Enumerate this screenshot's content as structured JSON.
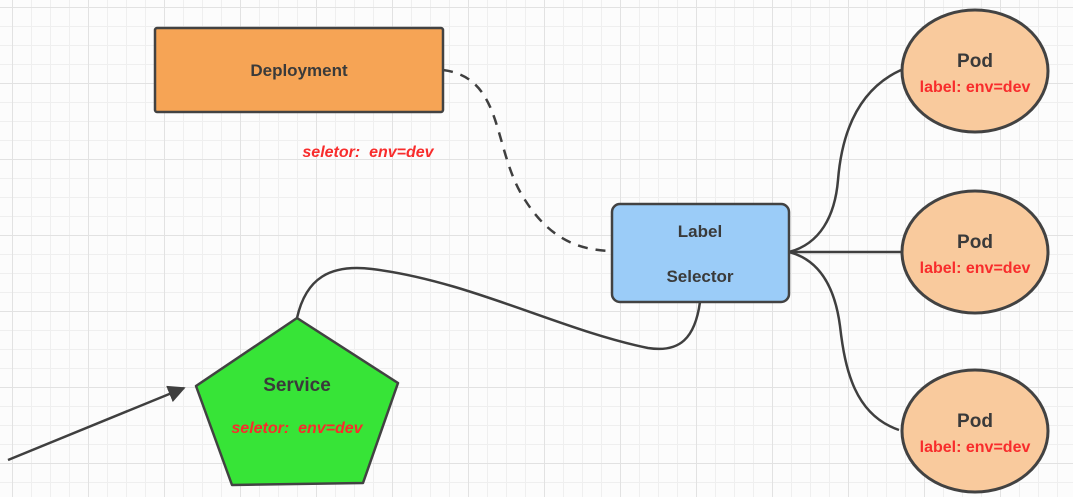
{
  "colors": {
    "deployment_fill": "#F6A455",
    "selector_fill": "#9BCCF8",
    "service_fill": "#37E437",
    "pod_fill": "#F9CA9D",
    "note_red": "#F82C2C",
    "text_dark": "#3A3A3A"
  },
  "deployment": {
    "label": "Deployment",
    "note": "seletor:  env=dev"
  },
  "label_selector": {
    "line1": "Label",
    "line2": "Selector"
  },
  "service": {
    "label": "Service",
    "note": "seletor:  env=dev"
  },
  "pods": [
    {
      "title": "Pod",
      "label": "label: env=dev"
    },
    {
      "title": "Pod",
      "label": "label: env=dev"
    },
    {
      "title": "Pod",
      "label": "label: env=dev"
    }
  ]
}
